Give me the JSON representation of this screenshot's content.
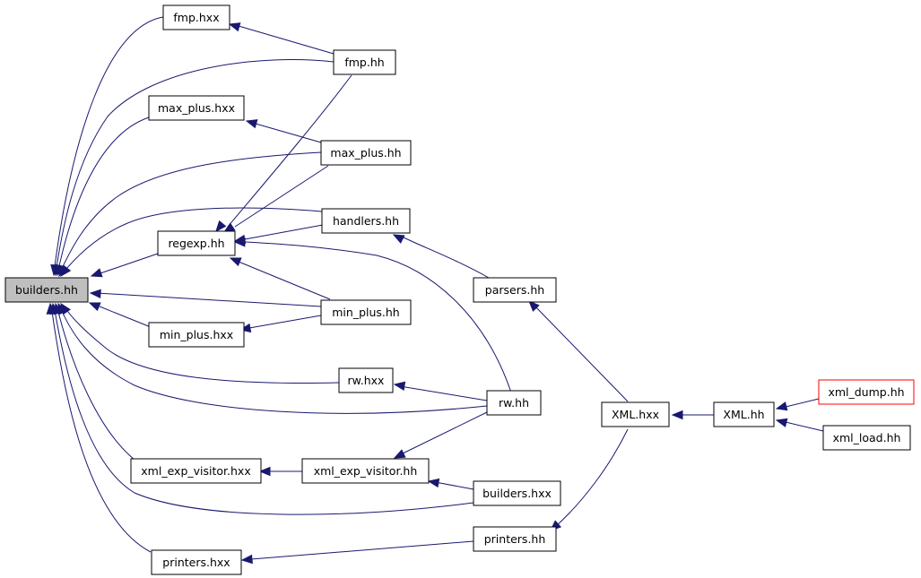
{
  "colors": {
    "edge": "#191970",
    "node_border": "#000000",
    "current_fill": "#bfbfbf",
    "truncated_border": "#ff0000"
  },
  "nodes": {
    "builders_hh": "builders.hh",
    "fmp_hxx": "fmp.hxx",
    "fmp_hh": "fmp.hh",
    "max_plus_hxx": "max_plus.hxx",
    "max_plus_hh": "max_plus.hh",
    "regexp_hh": "regexp.hh",
    "handlers_hh": "handlers.hh",
    "parsers_hh": "parsers.hh",
    "min_plus_hh": "min_plus.hh",
    "min_plus_hxx": "min_plus.hxx",
    "rw_hxx": "rw.hxx",
    "rw_hh": "rw.hh",
    "XML_hxx": "XML.hxx",
    "XML_hh": "XML.hh",
    "xml_dump_hh": "xml_dump.hh",
    "xml_load_hh": "xml_load.hh",
    "xml_exp_visitor_hxx": "xml_exp_visitor.hxx",
    "xml_exp_visitor_hh": "xml_exp_visitor.hh",
    "builders_hxx": "builders.hxx",
    "printers_hh": "printers.hh",
    "printers_hxx": "printers.hxx"
  }
}
